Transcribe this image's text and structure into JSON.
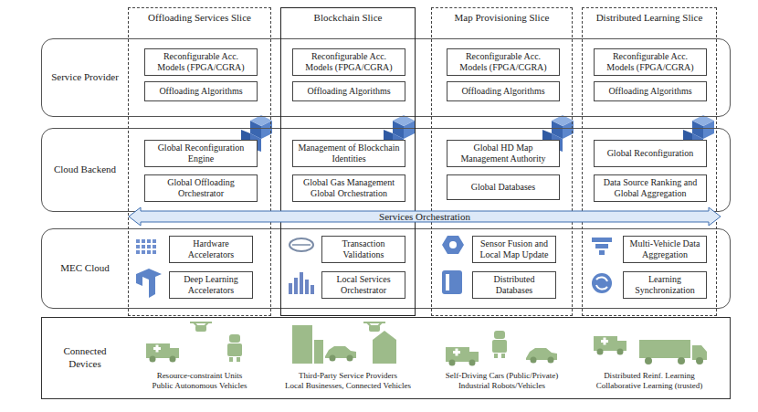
{
  "diagram": {
    "nodes": [
      {
        "text": [
          "Service Provider"
        ]
      },
      {
        "text": [
          "Cloud Backend"
        ]
      },
      {
        "text": [
          "MEC Cloud"
        ]
      },
      {
        "text": [
          "Connected Devices"
        ]
      },
      {
        "text": [
          "Offloading Services Slice"
        ]
      },
      {
        "text": [
          "Blockchain Slice"
        ]
      },
      {
        "text": [
          "Map Provisioning Slice"
        ]
      },
      {
        "text": [
          "Distributed Learning Slice"
        ]
      },
      {
        "text": [
          "Services Orchestration"
        ]
      },
      {
        "text": [
          "Reconfigurable Acc. Models (FPGA/CGRA)"
        ],
        "in": 4
      },
      {
        "text": [
          "Offloading Algorithms"
        ],
        "in": 4
      },
      {
        "text": [
          "Global Reconfiguration Engine"
        ],
        "in": 4
      },
      {
        "text": [
          "Global Offloading Orchestrator"
        ],
        "in": 4
      },
      {
        "text": [
          "Hardware Accelerators"
        ],
        "in": 4
      },
      {
        "text": [
          "Deep Learning Accelerators"
        ],
        "in": 4
      },
      {
        "text": [
          "Reconfigurable Acc. Models (FPGA/CGRA)"
        ],
        "in": 5
      },
      {
        "text": [
          "Offloading Algorithms"
        ],
        "in": 5
      },
      {
        "text": [
          "Management of Blockchain Identities"
        ],
        "in": 5
      },
      {
        "text": [
          "Global Gas Management Global Orchestration"
        ],
        "in": 5
      },
      {
        "text": [
          "Transaction Validations"
        ],
        "in": 5
      },
      {
        "text": [
          "Local Services Orchestrator"
        ],
        "in": 5
      },
      {
        "text": [
          "Reconfigurable Acc. Models (FPGA/CGRA)"
        ],
        "in": 6
      },
      {
        "text": [
          "Offloading Algorithms"
        ],
        "in": 6
      },
      {
        "text": [
          "Global HD Map Management Authority"
        ],
        "in": 6
      },
      {
        "text": [
          "Global Databases"
        ],
        "in": 6
      },
      {
        "text": [
          "Sensor Fusion and Local Map Update"
        ],
        "in": 6
      },
      {
        "text": [
          "Distributed Databases"
        ],
        "in": 6
      },
      {
        "text": [
          "Reconfigurable Acc. Models (FPGA/CGRA)"
        ],
        "in": 7
      },
      {
        "text": [
          "Offloading Algorithms"
        ],
        "in": 7
      },
      {
        "text": [
          "Global Reconfiguration"
        ],
        "in": 7
      },
      {
        "text": [
          "Data Source Ranking and Global Aggregation"
        ],
        "in": 7
      },
      {
        "text": [
          "Multi-Vehicle Data Aggregation"
        ],
        "in": 7
      },
      {
        "text": [
          "Learning Synchronization"
        ],
        "in": 7
      }
    ],
    "labels": [
      "Resource-constraint Units",
      "Public Autonomous Vehicles",
      "Third-Party Service Providers",
      "Local Businesses, Connected Vehicles",
      "Self-Driving Cars (Public/Private)",
      "Industrial Robots/Vehicles",
      "Distributed Reinf. Learning",
      "Collaborative Learning (trusted)"
    ]
  }
}
